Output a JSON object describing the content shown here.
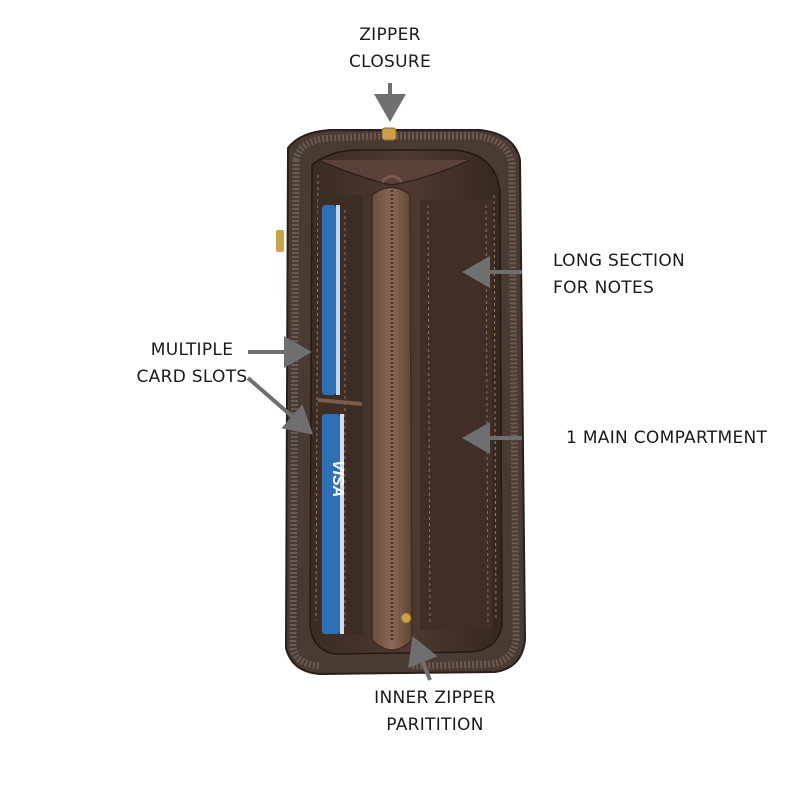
{
  "labels": {
    "zipper_closure": [
      "ZIPPER",
      "CLOSURE"
    ],
    "long_section": [
      "LONG SECTION",
      "FOR NOTES"
    ],
    "card_slots": [
      "MULTIPLE",
      "CARD SLOTS"
    ],
    "main_compartment": [
      "1 MAIN COMPARTMENT"
    ],
    "inner_zipper": [
      "INNER ZIPPER",
      "PARITITION"
    ]
  },
  "card_brand_text": "VISA",
  "colors": {
    "background": "#ffffff",
    "leather_outer": "#4a3a34",
    "leather_dark": "#2e221d",
    "leather_inner": "#5a4238",
    "zipper_tape": "#6b5a4f",
    "partition": "#7a5a48",
    "card_blue": "#2f6fb3",
    "gold": "#c9a24a",
    "arrow": "#6f6f6f",
    "text": "#1a1a1a"
  }
}
